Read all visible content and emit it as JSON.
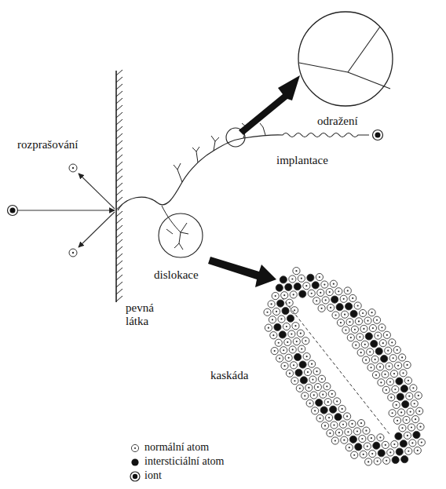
{
  "diagram": {
    "labels": [
      "rozprašování",
      "odražení",
      "implantace",
      "dislokace",
      "pevná látka",
      "kaskáda"
    ],
    "legend": [
      {
        "text": "normální atom"
      },
      {
        "text": "intersticiální atom"
      },
      {
        "text": "iont"
      }
    ]
  }
}
